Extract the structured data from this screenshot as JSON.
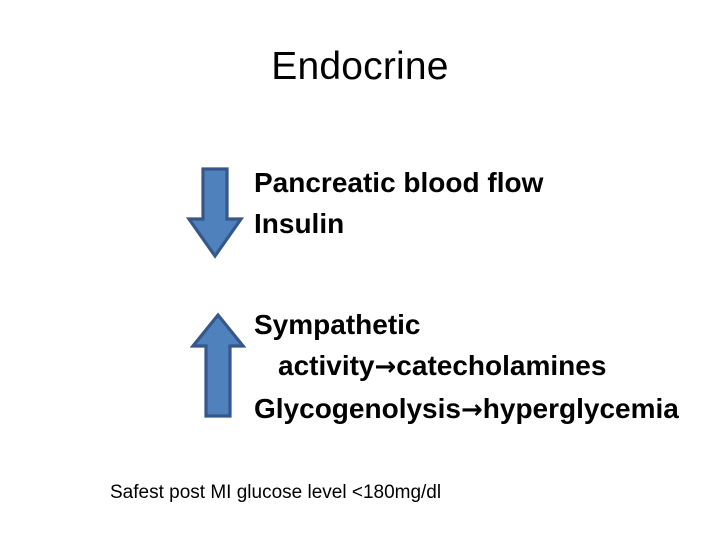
{
  "slide": {
    "title": "Endocrine",
    "background_color": "#FFFFFF",
    "text_color": "#000000"
  },
  "arrows": {
    "fill_color": "#4F81BD",
    "stroke_color": "#36578A",
    "down": {
      "name": "down-arrow",
      "direction": "down",
      "meaning": "decrease"
    },
    "up": {
      "name": "up-arrow",
      "direction": "up",
      "meaning": "increase"
    }
  },
  "blocks": [
    {
      "id": "decrease-block",
      "lines": [
        "Pancreatic blood flow",
        "Insulin"
      ]
    },
    {
      "id": "increase-block",
      "paragraphs": [
        {
          "pre": "Sympathetic activity",
          "arrow": "→",
          "post": "catecholamines"
        },
        {
          "pre": "Glycogenolysis",
          "arrow": "→",
          "post": "hyperglycemia"
        }
      ]
    }
  ],
  "footnote": {
    "text": "Safest post MI glucose level <180mg/dl"
  }
}
